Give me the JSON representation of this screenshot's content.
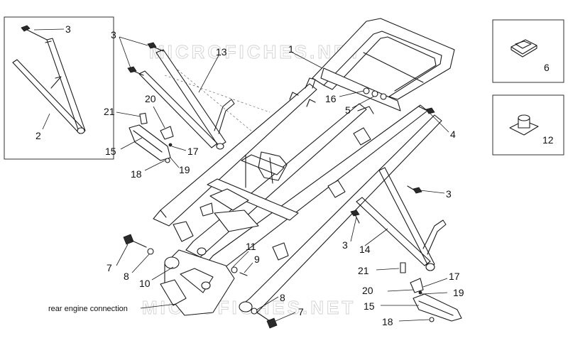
{
  "watermark": {
    "top": "MICROFICHES.NET",
    "bottom": "MICROFICHES.NET"
  },
  "caption": "rear engine connection",
  "inset_labels": {
    "clip_nut": "6",
    "cage_nut": "12"
  },
  "labels": [
    {
      "id": "l3a",
      "text": "3"
    },
    {
      "id": "l2",
      "text": "2"
    },
    {
      "id": "l3b",
      "text": "3"
    },
    {
      "id": "l13",
      "text": "13"
    },
    {
      "id": "l1",
      "text": "1"
    },
    {
      "id": "l20a",
      "text": "20"
    },
    {
      "id": "l21a",
      "text": "21"
    },
    {
      "id": "l15a",
      "text": "15"
    },
    {
      "id": "l17a",
      "text": "17"
    },
    {
      "id": "l18a",
      "text": "18"
    },
    {
      "id": "l19a",
      "text": "19"
    },
    {
      "id": "l16",
      "text": "16"
    },
    {
      "id": "l5",
      "text": "5"
    },
    {
      "id": "l4",
      "text": "4"
    },
    {
      "id": "l3c",
      "text": "3"
    },
    {
      "id": "l3d",
      "text": "3"
    },
    {
      "id": "l14",
      "text": "14"
    },
    {
      "id": "l7a",
      "text": "7"
    },
    {
      "id": "l8a",
      "text": "8"
    },
    {
      "id": "l10",
      "text": "10"
    },
    {
      "id": "l11",
      "text": "11"
    },
    {
      "id": "l9",
      "text": "9"
    },
    {
      "id": "l8b",
      "text": "8"
    },
    {
      "id": "l7b",
      "text": "7"
    },
    {
      "id": "l21b",
      "text": "21"
    },
    {
      "id": "l17b",
      "text": "17"
    },
    {
      "id": "l20b",
      "text": "20"
    },
    {
      "id": "l19b",
      "text": "19"
    },
    {
      "id": "l15b",
      "text": "15"
    },
    {
      "id": "l18b",
      "text": "18"
    }
  ]
}
